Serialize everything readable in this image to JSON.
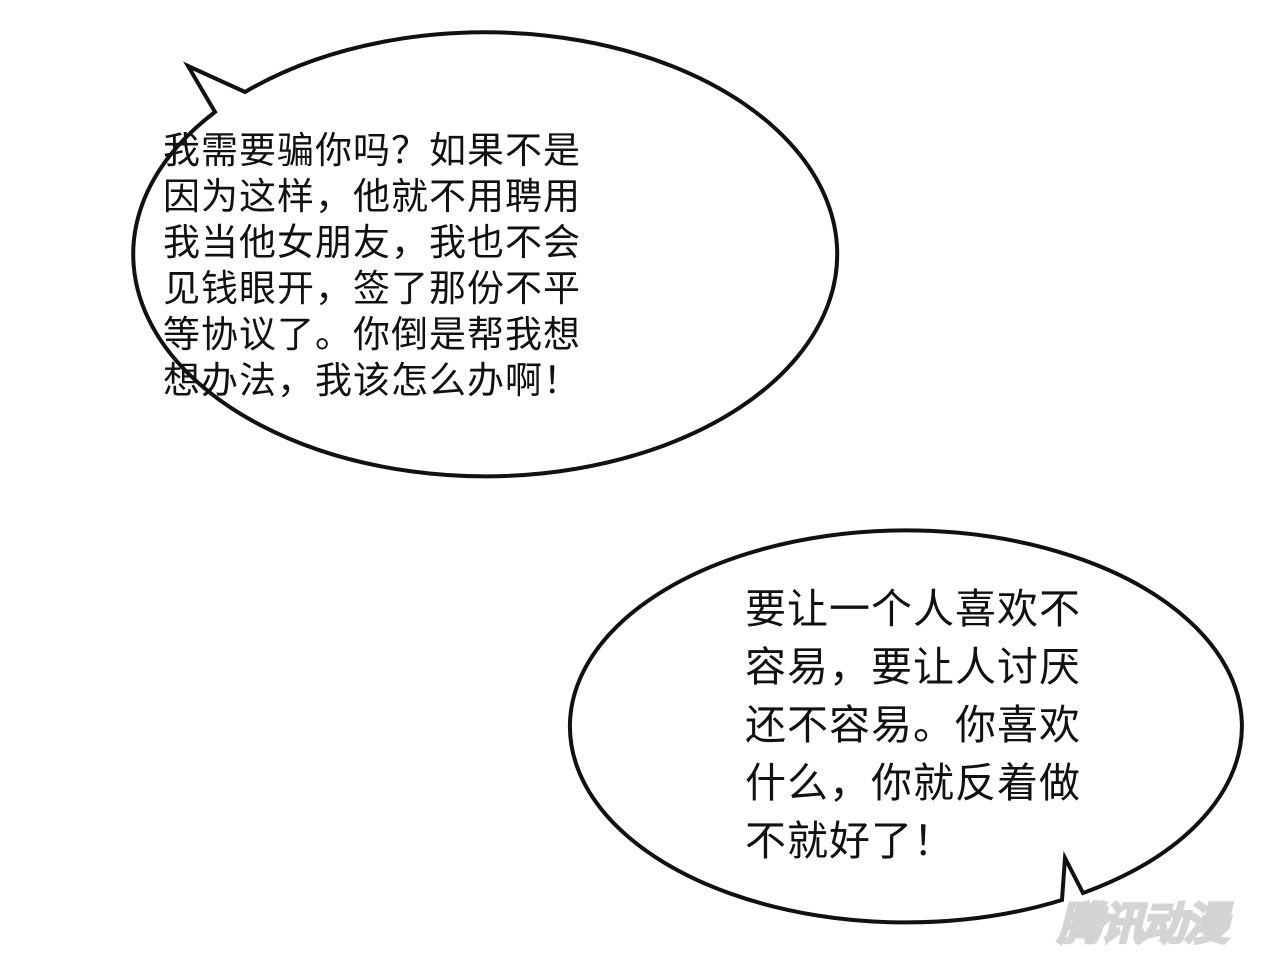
{
  "bubble_left": {
    "lines": [
      "我需要骗你吗？如果不是",
      "因为这样，他就不用聘用",
      "我当他女朋友，我也不会",
      "见钱眼开，签了那份不平",
      "等协议了。你倒是帮我想",
      "想办法，我该怎么办啊！"
    ]
  },
  "bubble_right": {
    "lines": [
      "要让一个人喜欢不",
      "容易，要让人讨厌",
      "还不容易。你喜欢",
      "什么，你就反着做",
      "不就好了！"
    ]
  },
  "watermark": "腾讯动漫"
}
